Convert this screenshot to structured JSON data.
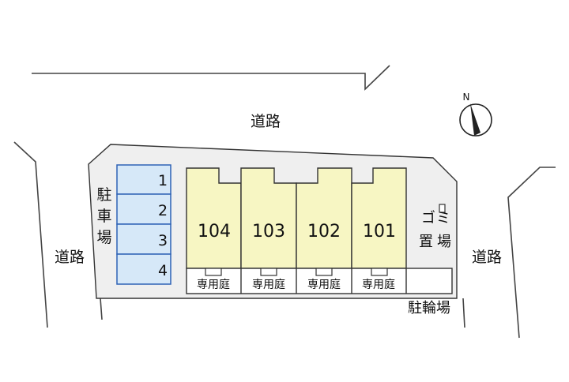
{
  "roads": {
    "north": "道路",
    "west": "道路",
    "east": "道路"
  },
  "compass": {
    "north_letter": "N"
  },
  "parking": {
    "label_chars": [
      "駐",
      "車",
      "場"
    ],
    "spaces": [
      "1",
      "2",
      "3",
      "4"
    ]
  },
  "units": [
    "104",
    "103",
    "102",
    "101"
  ],
  "gardens": [
    "専用庭",
    "専用庭",
    "専用庭",
    "専用庭"
  ],
  "garbage": {
    "label_chars": [
      "ゴ",
      "ミ",
      "置",
      "場"
    ]
  },
  "bicycle_parking": "駐輪場",
  "colors": {
    "unit_fill": "#f7f6c3",
    "parking_fill": "#d6e8f8",
    "parking_stroke": "#2f62b5",
    "lot_fill": "#efefef",
    "line": "#333333"
  }
}
